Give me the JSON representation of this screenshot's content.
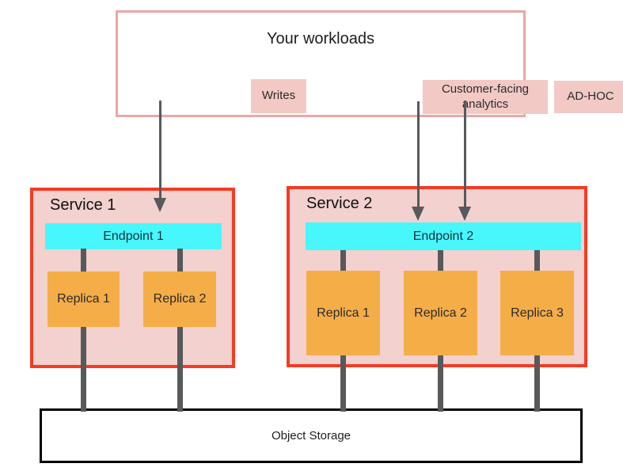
{
  "diagram": {
    "workloads": {
      "title": "Your workloads",
      "items": [
        {
          "label": "Writes"
        },
        {
          "label": "Customer-facing analytics"
        },
        {
          "label": "AD-HOC"
        }
      ]
    },
    "services": [
      {
        "title": "Service 1",
        "endpoint": "Endpoint 1",
        "replicas": [
          "Replica 1",
          "Replica 2"
        ]
      },
      {
        "title": "Service 2",
        "endpoint": "Endpoint 2",
        "replicas": [
          "Replica 1",
          "Replica 2",
          "Replica 3"
        ]
      }
    ],
    "storage": {
      "label": "Object Storage"
    },
    "colors": {
      "workload_border": "#e9a8a4",
      "workload_fill": "#f2c9c5",
      "service_border": "#f43b24",
      "service_fill": "#f2d1ce",
      "endpoint_fill": "#47f7fc",
      "replica_fill": "#f5ad47",
      "connector": "#57595b",
      "storage_border": "#000000"
    }
  }
}
